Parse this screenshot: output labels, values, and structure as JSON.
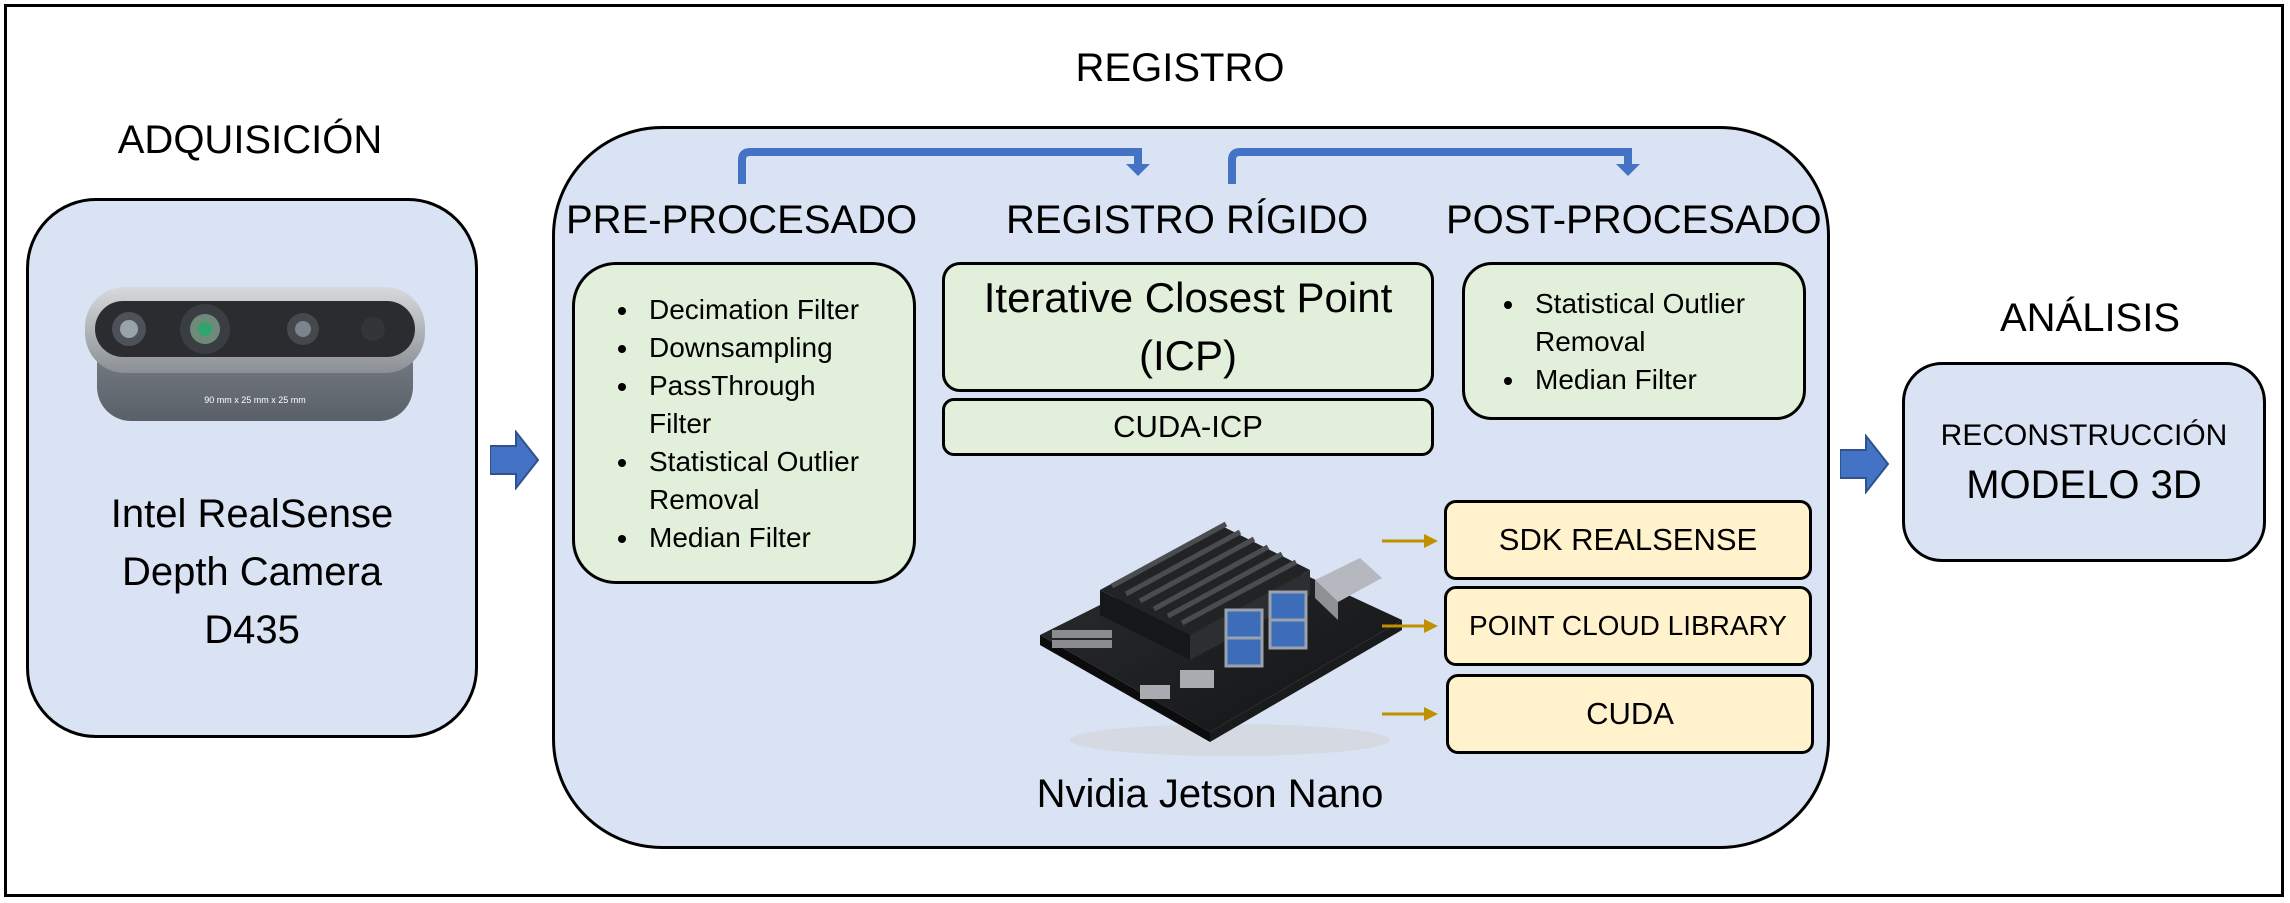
{
  "adquisicion": {
    "title": "ADQUISICIÓN",
    "camera_dims_label": "90 mm x 25 mm x 25 mm",
    "camera_line1": "Intel RealSense",
    "camera_line2": "Depth Camera",
    "camera_line3": "D435"
  },
  "registro": {
    "title": "REGISTRO",
    "pre": {
      "title": "PRE-PROCESADO",
      "items": [
        "Decimation Filter",
        "Downsampling",
        "PassThrough Filter",
        "Statistical Outlier Removal",
        "Median Filter"
      ]
    },
    "rigido": {
      "title": "REGISTRO RÍGIDO",
      "icp_line1": "Iterative Closest Point",
      "icp_line2": "(ICP)",
      "cuda_icp": "CUDA-ICP"
    },
    "post": {
      "title": "POST-PROCESADO",
      "items": [
        "Statistical Outlier Removal",
        "Median Filter"
      ]
    },
    "libs": [
      "SDK REALSENSE",
      "POINT CLOUD LIBRARY",
      "CUDA"
    ],
    "board_label": "Nvidia Jetson Nano"
  },
  "analisis": {
    "title": "ANÁLISIS",
    "line1": "RECONSTRUCCIÓN",
    "line2": "MODELO 3D"
  },
  "colors": {
    "blue_fill": "#dae3f3",
    "green_fill": "#e2efda",
    "yellow_fill": "#fff2cc",
    "arrow_blue": "#4472c4",
    "arrow_gold": "#bf9000"
  }
}
